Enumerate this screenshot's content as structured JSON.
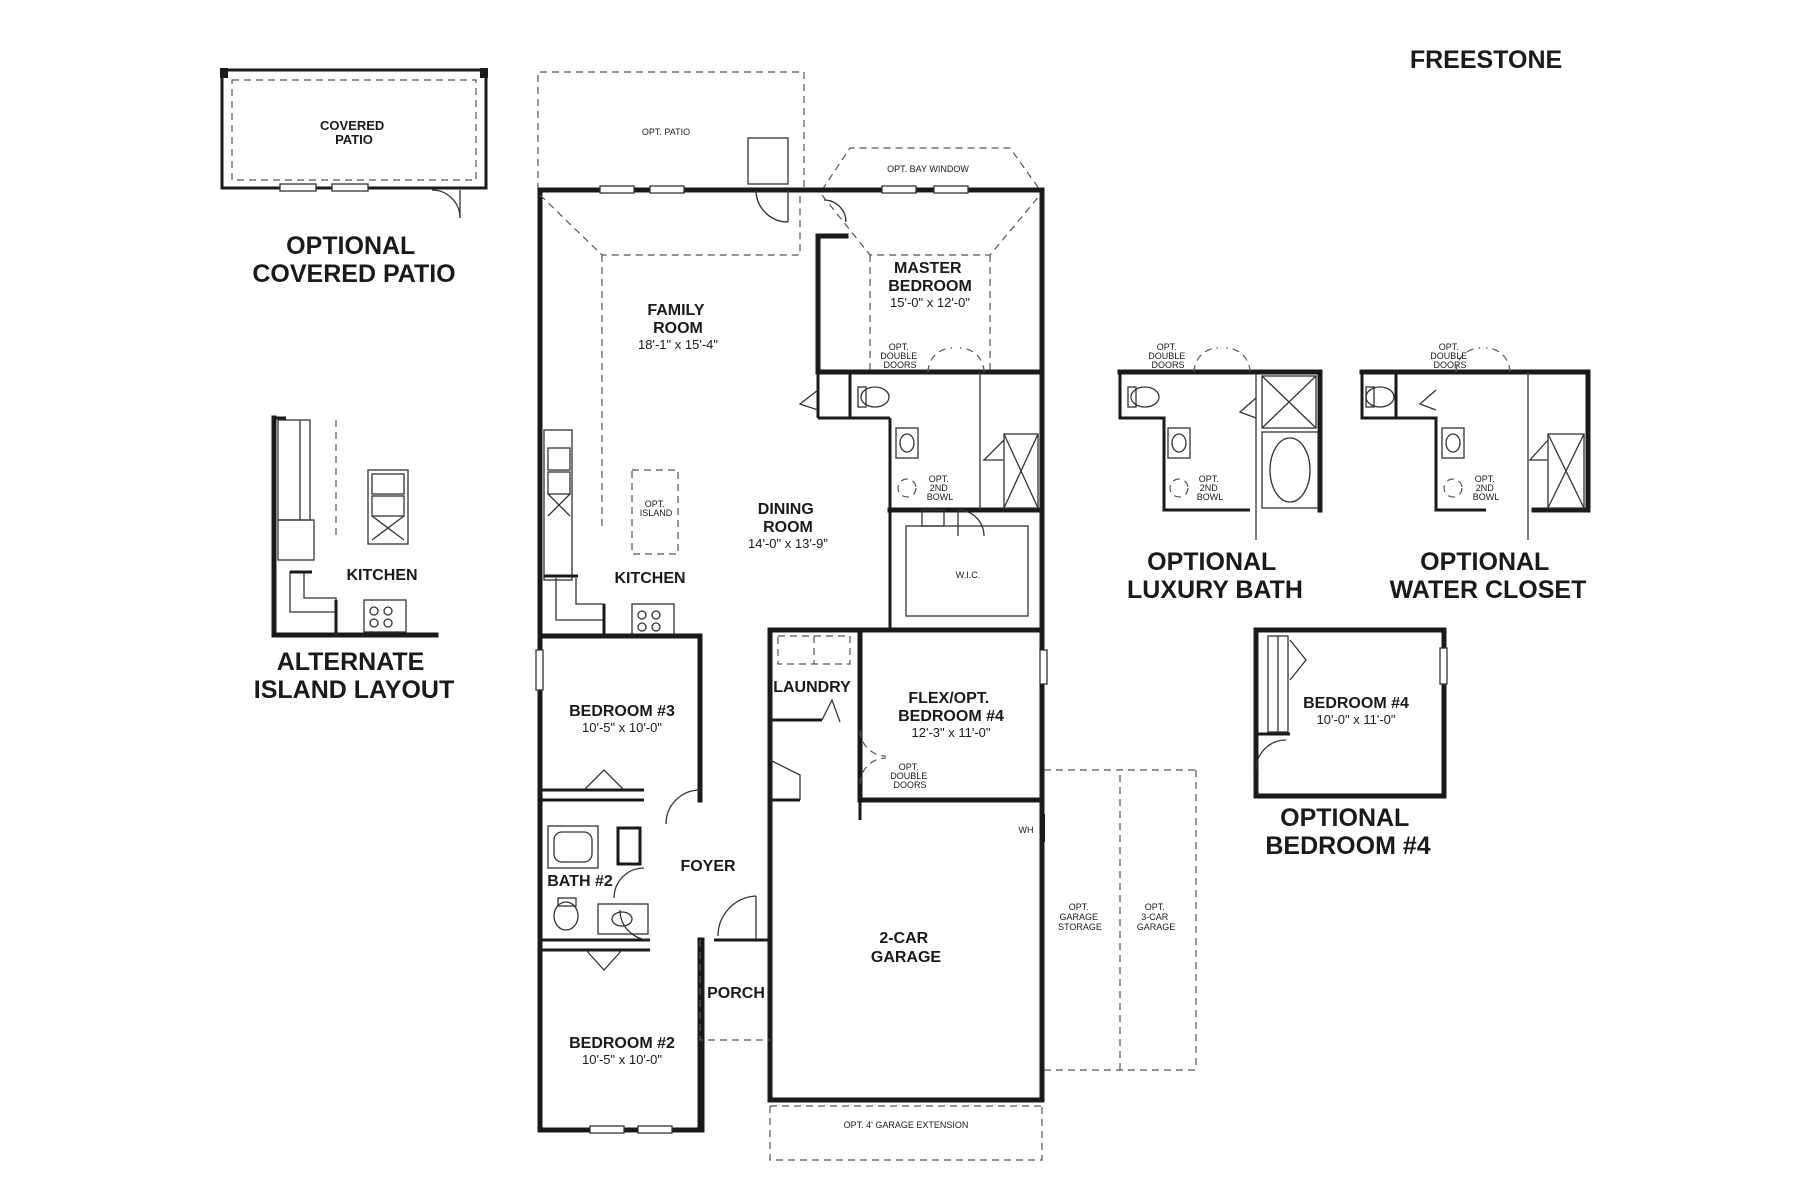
{
  "title": "FREESTONE",
  "labels": {
    "covered_patio": [
      "COVERED",
      "PATIO"
    ],
    "optional_covered_patio": [
      "OPTIONAL",
      "COVERED PATIO"
    ],
    "alternate_island_layout": [
      "ALTERNATE",
      "ISLAND LAYOUT"
    ],
    "kitchen": "KITCHEN",
    "opt_patio": "OPT. PATIO",
    "opt_bay_window": "OPT. BAY WINDOW",
    "master_bedroom": [
      "MASTER",
      "BEDROOM"
    ],
    "master_bedroom_dim": "15'-0\" x 12'-0\"",
    "family_room": [
      "FAMILY",
      "ROOM"
    ],
    "family_room_dim": "18'-1\" x 15'-4\"",
    "opt_double_doors": [
      "OPT.",
      "DOUBLE",
      "DOORS"
    ],
    "opt_island": [
      "OPT.",
      "ISLAND"
    ],
    "dining_room": [
      "DINING",
      "ROOM"
    ],
    "dining_room_dim": "14'-0\" x 13'-9\"",
    "opt_2nd_bowl": [
      "OPT.",
      "2ND",
      "BOWL"
    ],
    "wic": "W.I.C.",
    "laundry": "LAUNDRY",
    "flex_bedroom4": [
      "FLEX/OPT.",
      "BEDROOM #4"
    ],
    "flex_dim": "12'-3\" x 11'-0\"",
    "bedroom3": "BEDROOM #3",
    "bedroom3_dim": "10'-5\" x 10'-0\"",
    "bath2": "BATH #2",
    "foyer": "FOYER",
    "porch": "PORCH",
    "bedroom2": "BEDROOM #2",
    "bedroom2_dim": "10'-5\" x 10'-0\"",
    "garage": [
      "2-CAR",
      "GARAGE"
    ],
    "wh": "WH",
    "opt_garage_storage": [
      "OPT.",
      "GARAGE",
      "STORAGE"
    ],
    "opt_3car_garage": [
      "OPT.",
      "3-CAR",
      "GARAGE"
    ],
    "opt_garage_extension": "OPT. 4' GARAGE EXTENSION",
    "optional_luxury_bath": [
      "OPTIONAL",
      "LUXURY BATH"
    ],
    "optional_water_closet": [
      "OPTIONAL",
      "WATER CLOSET"
    ],
    "bedroom4": "BEDROOM #4",
    "bedroom4_dim": "10'-0\" x 11'-0\"",
    "optional_bedroom4": [
      "OPTIONAL",
      "BEDROOM #4"
    ]
  }
}
